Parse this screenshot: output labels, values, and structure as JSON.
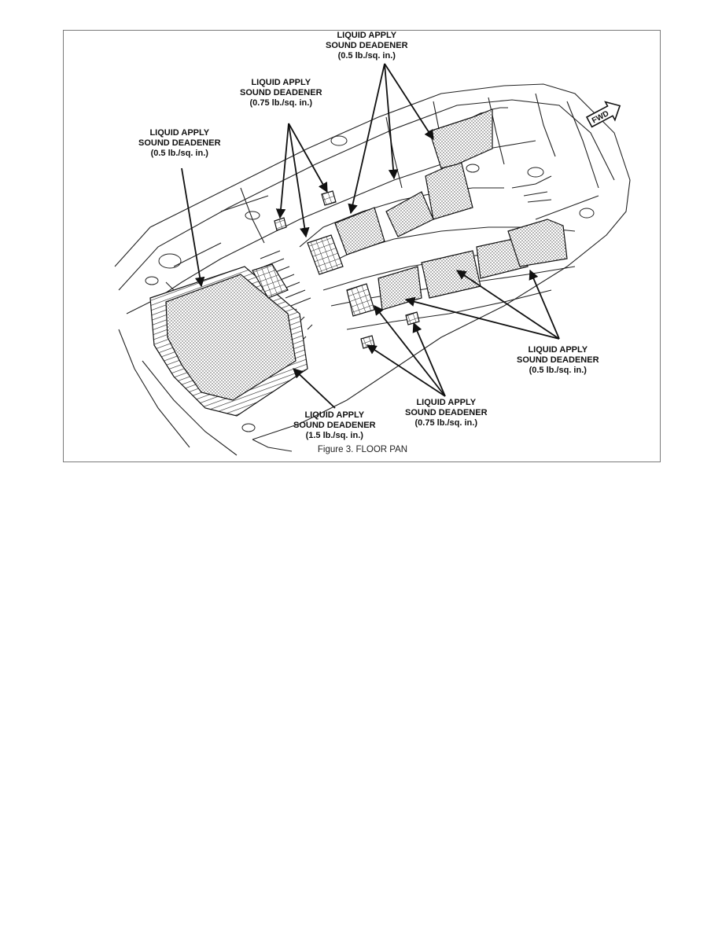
{
  "figure": {
    "caption": "Figure 3.  FLOOR PAN",
    "fwd_label": "FWD"
  },
  "callouts": [
    {
      "line1": "LIQUID APPLY",
      "line2": "SOUND DEADENER",
      "line3": "(0.5 lb./sq. in.)"
    },
    {
      "line1": "LIQUID APPLY",
      "line2": "SOUND DEADENER",
      "line3": "(0.75 lb./sq. in.)"
    },
    {
      "line1": "LIQUID APPLY",
      "line2": "SOUND DEADENER",
      "line3": "(0.5 lb./sq. in.)"
    },
    {
      "line1": "LIQUID APPLY",
      "line2": "SOUND DEADENER",
      "line3": "(0.5 lb./sq. in.)"
    },
    {
      "line1": "LIQUID APPLY",
      "line2": "SOUND DEADENER",
      "line3": "(0.75 lb./sq. in.)"
    },
    {
      "line1": "LIQUID APPLY",
      "line2": "SOUND DEADENER",
      "line3": "(1.5 lb./sq. in.)"
    }
  ],
  "colors": {
    "line": "#222222",
    "dots": "#555555"
  }
}
